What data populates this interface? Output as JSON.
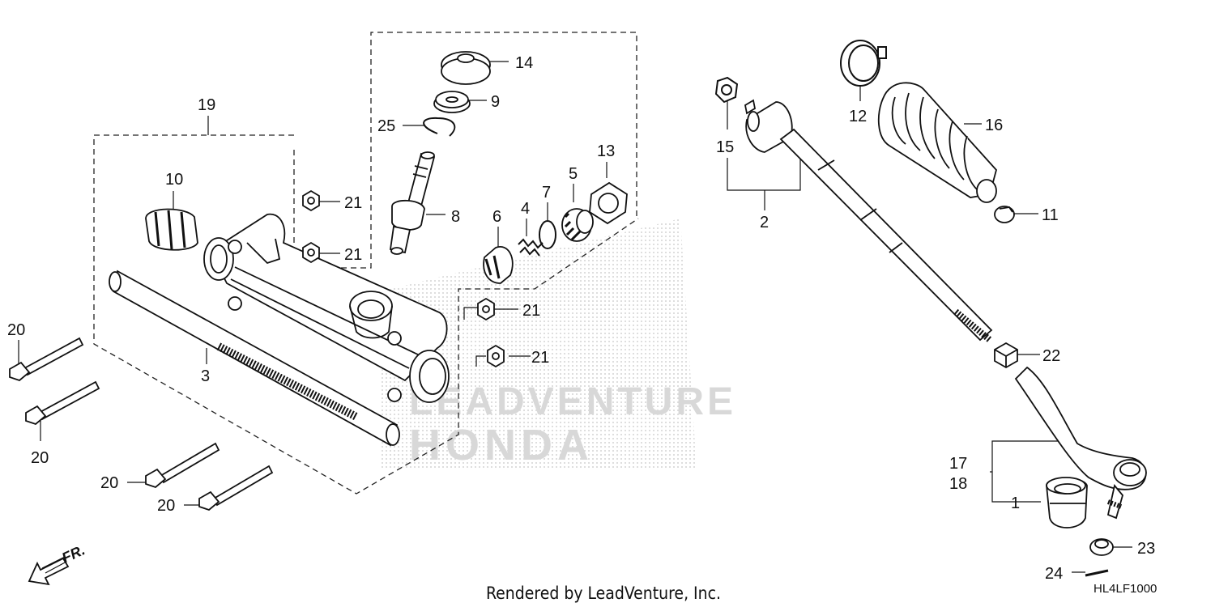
{
  "watermark": {
    "line1": "LEADVENTURE",
    "line2": "HONDA"
  },
  "callouts": {
    "c1": "1",
    "c2": "2",
    "c3": "3",
    "c4": "4",
    "c5": "5",
    "c6": "6",
    "c7": "7",
    "c8": "8",
    "c9": "9",
    "c10": "10",
    "c11": "11",
    "c12": "12",
    "c13": "13",
    "c14": "14",
    "c15": "15",
    "c16": "16",
    "c17": "17",
    "c18": "18",
    "c19": "19",
    "c20": "20",
    "c21": "21",
    "c22": "22",
    "c23": "23",
    "c24": "24",
    "c25": "25"
  },
  "direction_label": "FR.",
  "footer": "Rendered by LeadVenture, Inc.",
  "diagram_code": "HL4LF1000"
}
